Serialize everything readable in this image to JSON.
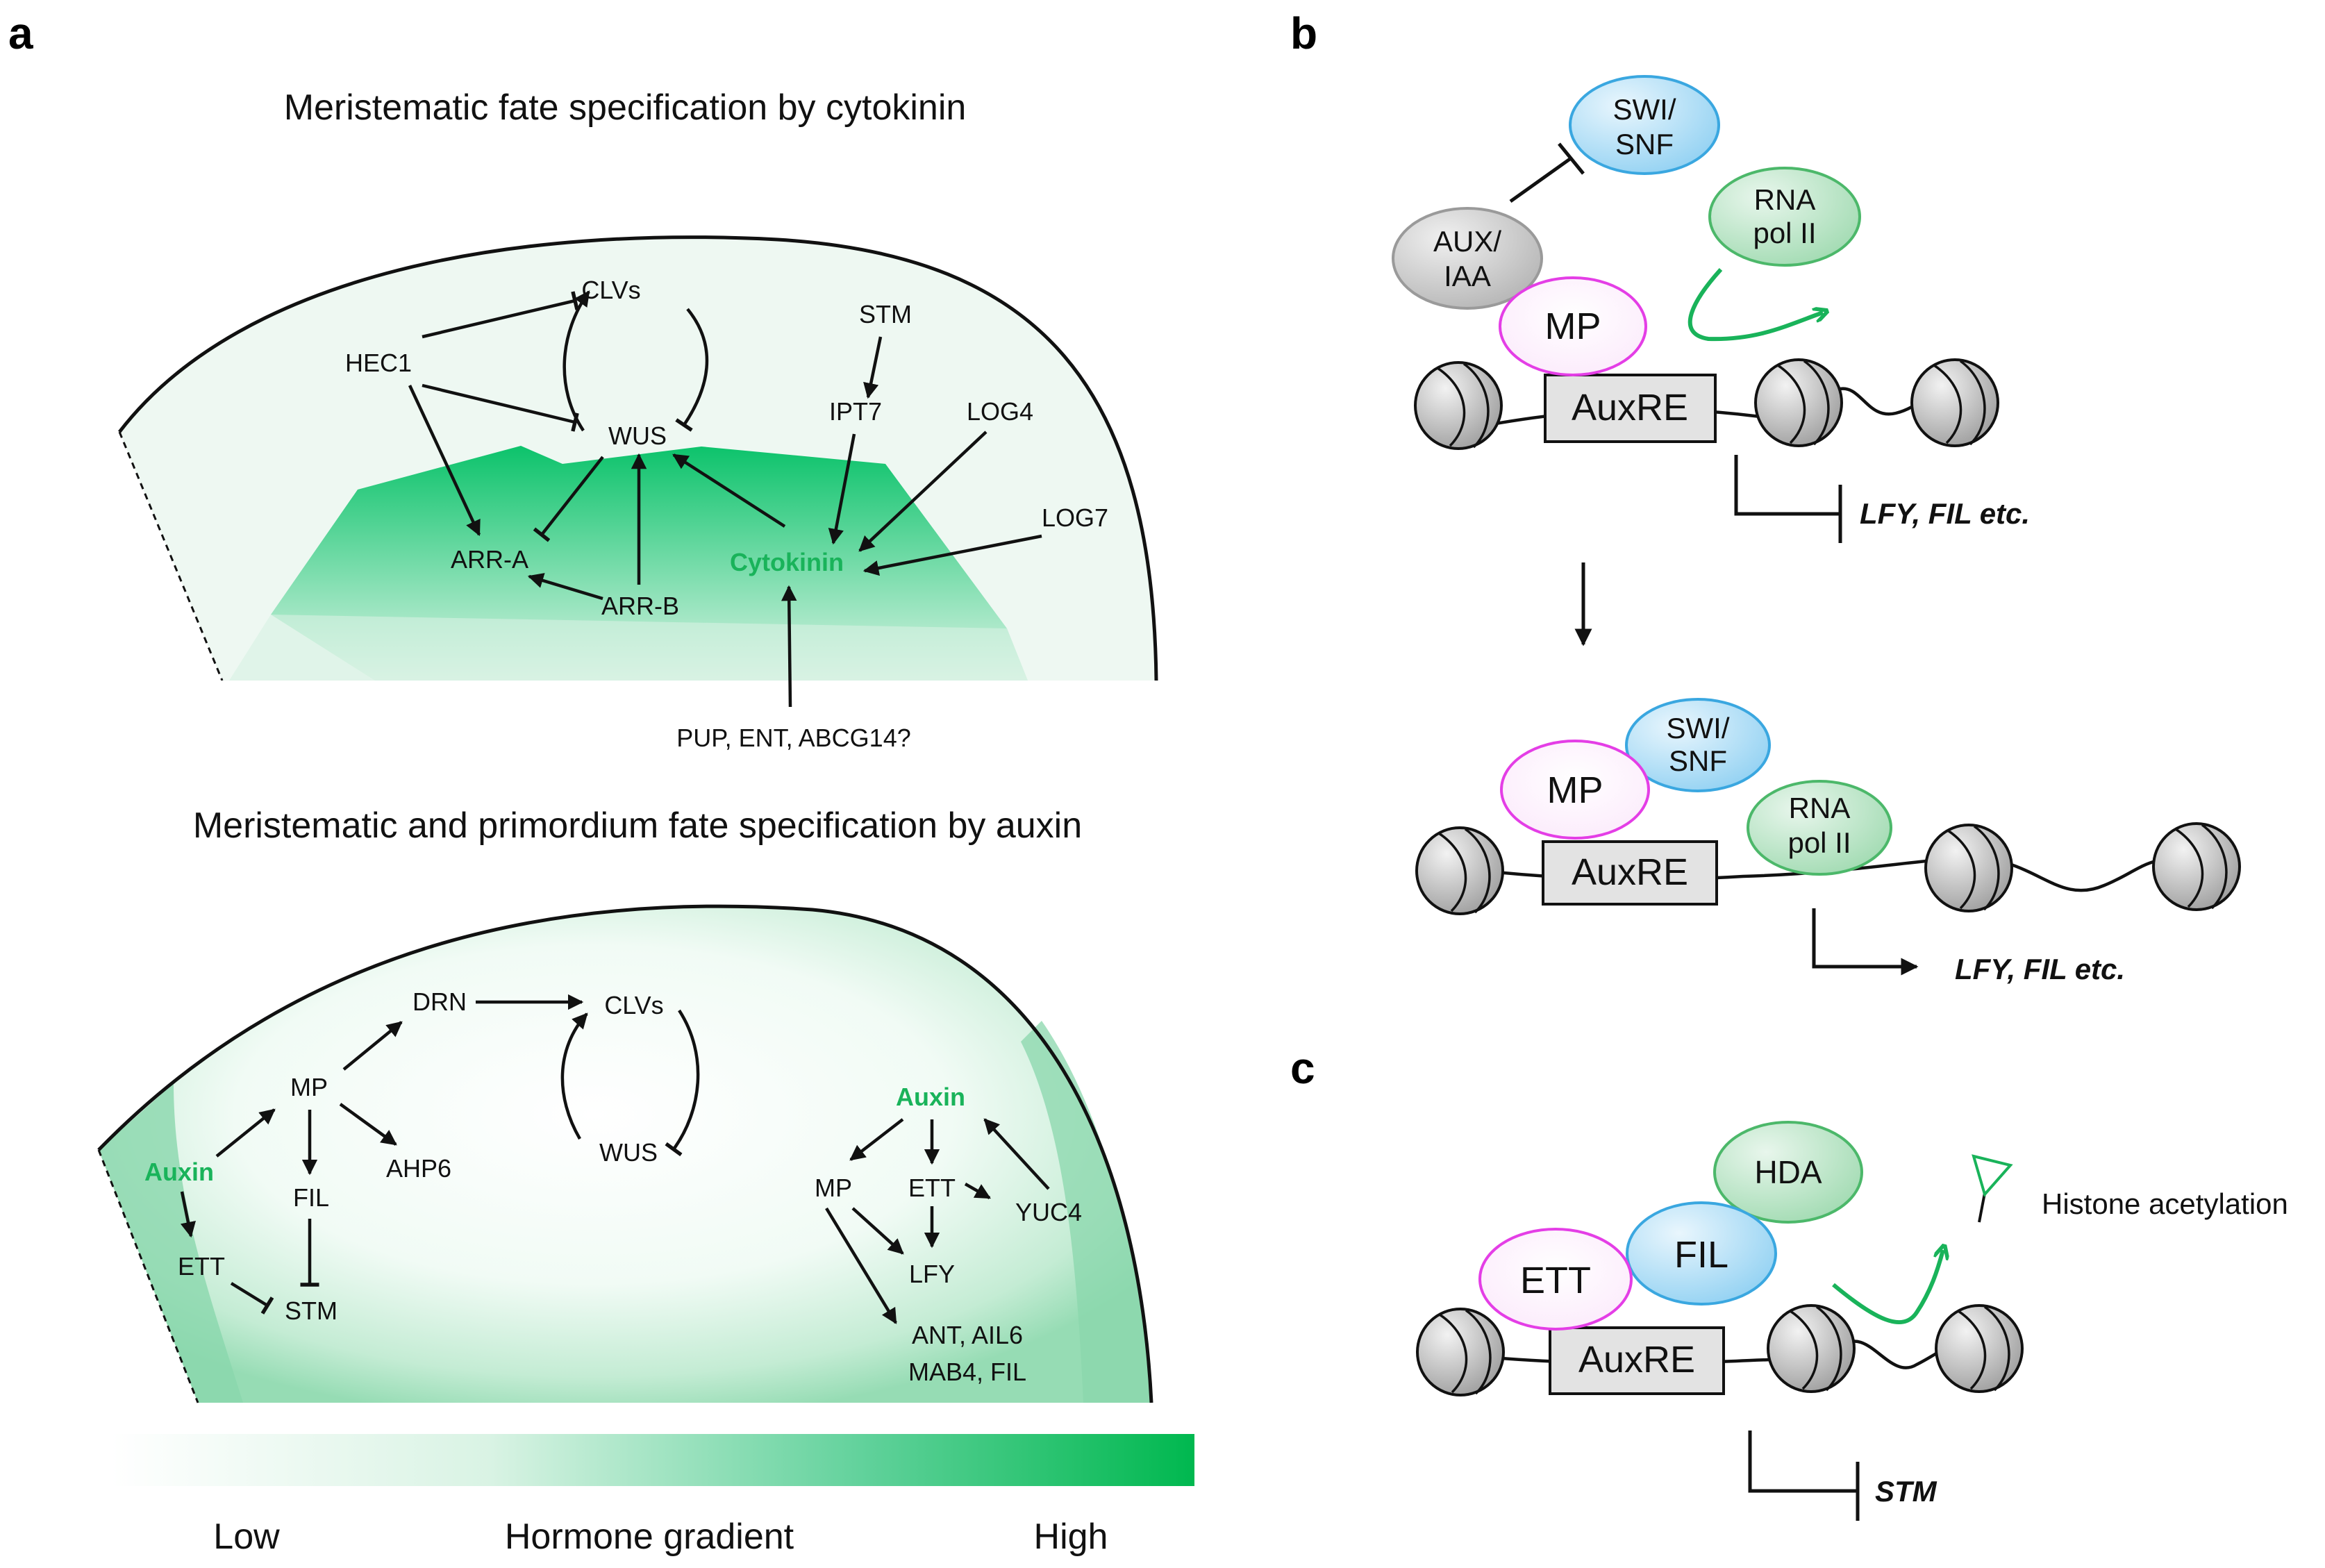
{
  "panels": {
    "a": "a",
    "b": "b",
    "c": "c"
  },
  "panel_a": {
    "cytokinin_title": "Meristematic fate specification by cytokinin",
    "auxin_title": "Meristematic and primordium fate specification by auxin",
    "cytokinin_nodes": {
      "clvs": "CLVs",
      "hec1": "HEC1",
      "stm": "STM",
      "wus": "WUS",
      "ipt7": "IPT7",
      "log4": "LOG4",
      "log7": "LOG7",
      "arr_a": "ARR-A",
      "arr_b": "ARR-B",
      "cytokinin": "Cytokinin",
      "transport": "PUP, ENT, ABCG14?"
    },
    "auxin_nodes": {
      "drn": "DRN",
      "clvs": "CLVs",
      "mp_left": "MP",
      "ahp6": "AHP6",
      "auxin_left": "Auxin",
      "fil": "FIL",
      "ett_left": "ETT",
      "stm": "STM",
      "wus": "WUS",
      "auxin_right": "Auxin",
      "mp_right": "MP",
      "ett_right": "ETT",
      "yuc4": "YUC4",
      "lfy": "LFY",
      "ant_line1": "ANT, AIL6",
      "ant_line2": "MAB4, FIL"
    },
    "gradient_legend": {
      "low": "Low",
      "middle": "Hormone gradient",
      "high": "High"
    }
  },
  "panel_b": {
    "top": {
      "swi_snf_1": "SWI/",
      "swi_snf_2": "SNF",
      "rna_1": "RNA",
      "rna_2": "pol II",
      "aux_iaa_1": "AUX/",
      "aux_iaa_2": "IAA",
      "mp": "MP",
      "auxre": "AuxRE",
      "targets": "LFY, FIL etc."
    },
    "bottom": {
      "swi_snf_1": "SWI/",
      "swi_snf_2": "SNF",
      "mp": "MP",
      "rna_1": "RNA",
      "rna_2": "pol II",
      "auxre": "AuxRE",
      "targets": "LFY, FIL etc."
    }
  },
  "panel_c": {
    "hda": "HDA",
    "fil": "FIL",
    "ett": "ETT",
    "auxre": "AuxRE",
    "histone": "Histone acetylation",
    "target": "STM"
  },
  "colors": {
    "green": "#19b35a",
    "mp_magenta": "#e43ee6",
    "swi_blue": "#3aa7e0",
    "rna_green": "#4cb86a",
    "aux_gray": "#9a9a9a"
  }
}
